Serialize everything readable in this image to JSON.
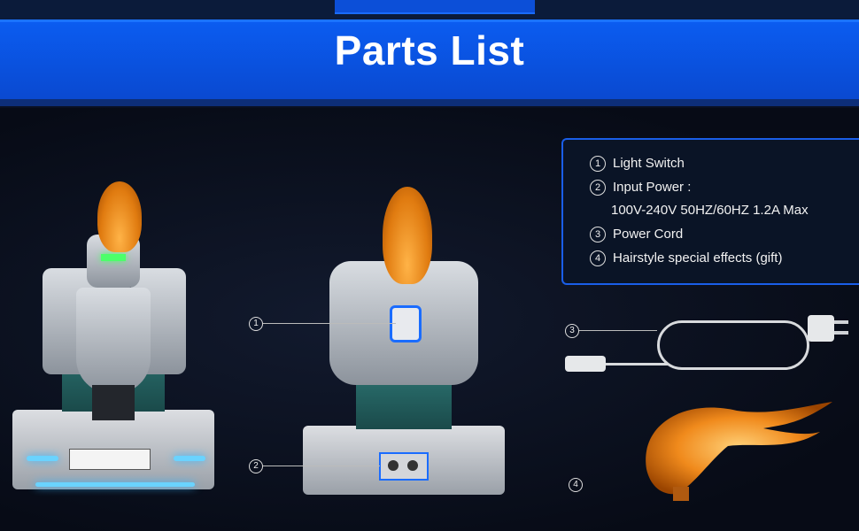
{
  "banner": {
    "title": "Parts List"
  },
  "info": {
    "items": [
      {
        "num": "1",
        "text": "Light Switch"
      },
      {
        "num": "2",
        "text": "Input Power :"
      },
      {
        "num": "",
        "text": "100V-240V 50HZ/60HZ 1.2A Max"
      },
      {
        "num": "3",
        "text": "Power Cord"
      },
      {
        "num": "4",
        "text": "Hairstyle special effects (gift)"
      }
    ]
  },
  "callouts": {
    "c1": "1",
    "c2": "2",
    "c3": "3",
    "c4": "4"
  },
  "colors": {
    "accent": "#0b5cf0",
    "background": "#0a1020",
    "hair": "#e07b10",
    "glow": "#6ad3ff"
  }
}
